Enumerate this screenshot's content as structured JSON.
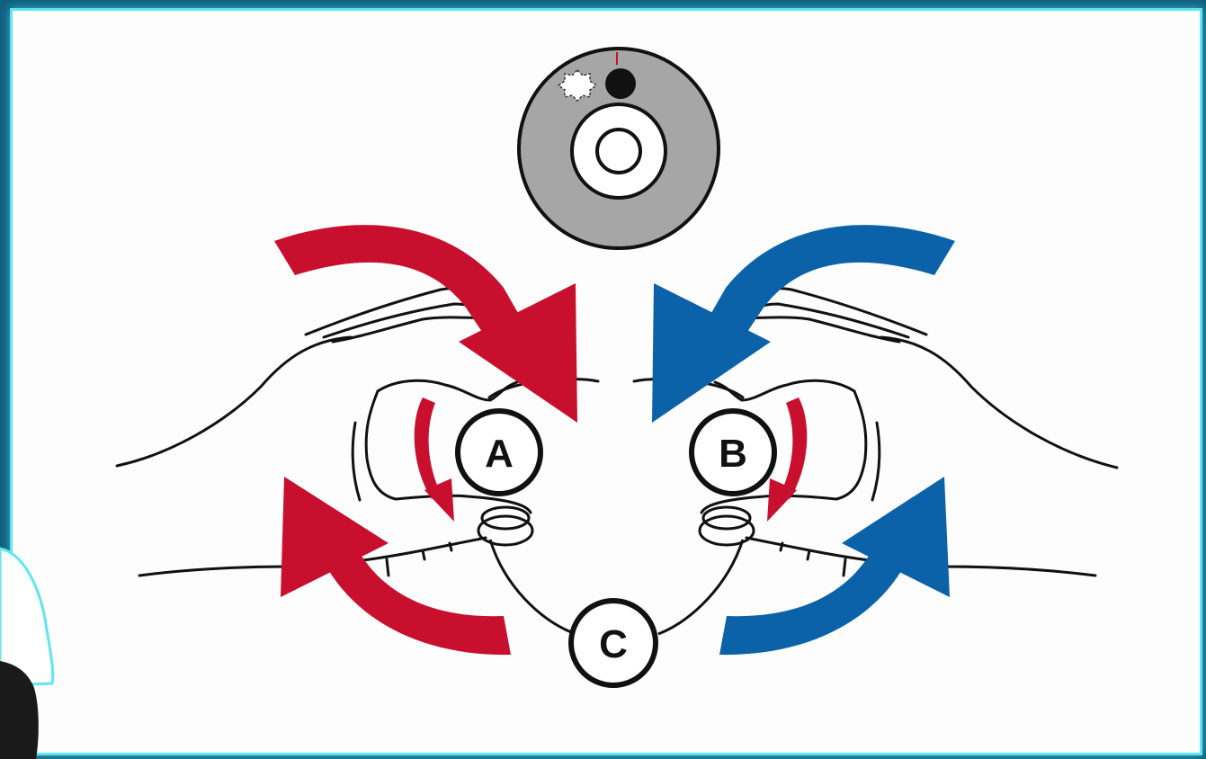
{
  "colors": {
    "frame": "#0f5f7f",
    "board": "#fdfdfd",
    "board_border": "#5fe6f2",
    "red_arrow": "#c8102e",
    "blue_arrow": "#0b62a8",
    "outline": "#111111",
    "disc_fill": "#a6a6a6",
    "helmet": "#ffffff",
    "hair": "#1a1a1a"
  },
  "labels": {
    "a": "A",
    "b": "B",
    "c": "C"
  },
  "icons": {
    "top_disc": "disc-icon",
    "gear": "gear-icon",
    "dot": "dot-icon",
    "left_hand": "left-hand-icon",
    "right_hand": "right-hand-icon",
    "presenter": "presenter-avatar"
  }
}
